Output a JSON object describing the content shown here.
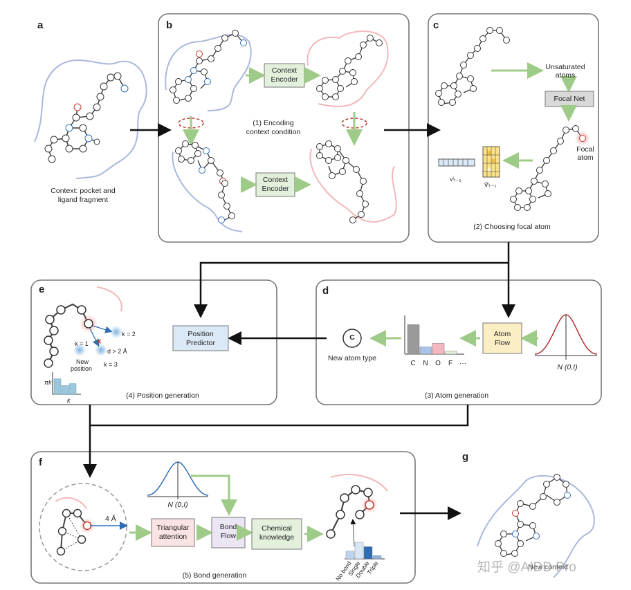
{
  "panels": {
    "a": {
      "letter": "a",
      "caption": [
        "Context: pocket and",
        "ligand fragment"
      ]
    },
    "b": {
      "letter": "b",
      "encoder_label": [
        "Context",
        "Encoder"
      ],
      "step": [
        "(1) Encoding",
        "context condition"
      ]
    },
    "c": {
      "letter": "c",
      "unsaturated": [
        "Unsaturated",
        "atoms"
      ],
      "focal_net": "Focal Net",
      "focal_atom": [
        "Focal",
        "atom"
      ],
      "vec1": "vⁱₜ₋₁",
      "vec2": "v⃗ⁱₜ₋₁",
      "step": "(2) Choosing focal atom"
    },
    "d": {
      "letter": "d",
      "new_atom_type": "New atom type",
      "atom_flow": [
        "Atom",
        "Flow"
      ],
      "normal": "N (0,I)",
      "hist_labels": [
        "C",
        "N",
        "O",
        "F",
        "···"
      ],
      "hist_values": [
        0.82,
        0.2,
        0.3,
        0.08
      ],
      "step": "(3) Atom generation"
    },
    "e": {
      "letter": "e",
      "position_predictor": [
        "Position",
        "Predictor"
      ],
      "k1": "k = 1",
      "k2": "k = 2",
      "k3": "k = 3",
      "dist": "d > 2 Å",
      "new_position": [
        "New",
        "position"
      ],
      "pi_k": "πk",
      "k_axis": "k",
      "pi_values": [
        0.8,
        0.45,
        0.55
      ],
      "step": "(4) Position generation"
    },
    "f": {
      "letter": "f",
      "radius": "4 Å",
      "triangular": [
        "Triangular",
        "attention"
      ],
      "normal": "N (0,I)",
      "bond_flow": [
        "Bond",
        "Flow"
      ],
      "chemical": [
        "Chemical",
        "knowledge"
      ],
      "bond_labels": [
        "No bond",
        "Single",
        "Double",
        "Triple"
      ],
      "bond_values": [
        0.35,
        0.75,
        0.55,
        0.15
      ],
      "step": "(5) Bond generation"
    },
    "g": {
      "letter": "g",
      "caption": "New context"
    }
  },
  "watermark": "知乎 @AIDD Pro",
  "colors": {
    "encoder_fill": "#e3f0dc",
    "focal_fill": "#d9d9d9",
    "atomflow_fill": "#fbeec5",
    "position_fill": "#dbe8f6",
    "triangular_fill": "#fbe3e3",
    "bondflow_fill": "#ece6f4",
    "chemical_fill": "#e3f0dc",
    "green_arrow": "#9fcb88",
    "blue_curve": "#a9b8dc",
    "pink_curve": "#f2b8b8"
  }
}
